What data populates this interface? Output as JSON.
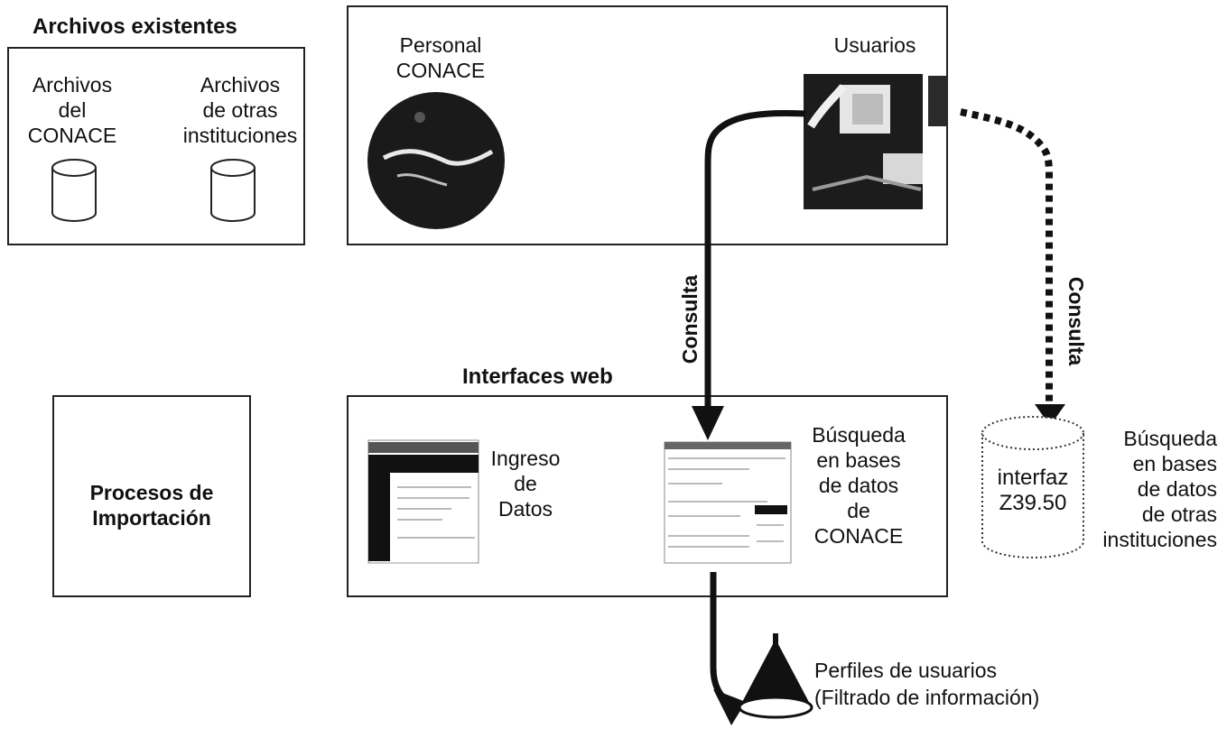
{
  "archivos_existentes": {
    "title": "Archivos existentes",
    "conace_files": "Archivos\ndel\nCONACE",
    "other_files": "Archivos\nde otras\ninstituciones"
  },
  "actors": {
    "personal": "Personal\nCONACE",
    "usuarios": "Usuarios"
  },
  "flows": {
    "consulta_left": "Consulta",
    "consulta_right": "Consulta"
  },
  "interfaces_web": {
    "title": "Interfaces web",
    "ingreso": "Ingreso\nde\nDatos",
    "busqueda_conace": "Búsqueda\nen bases\nde datos\nde\nCONACE"
  },
  "procesos": {
    "label": "Procesos de\nImportación"
  },
  "z3950": {
    "db_label": "interfaz\nZ39.50",
    "caption": "Búsqueda\nen bases\nde datos\nde otras\ninstituciones"
  },
  "perfiles": {
    "label": "Perfiles de usuarios\n(Filtrado de información)"
  }
}
